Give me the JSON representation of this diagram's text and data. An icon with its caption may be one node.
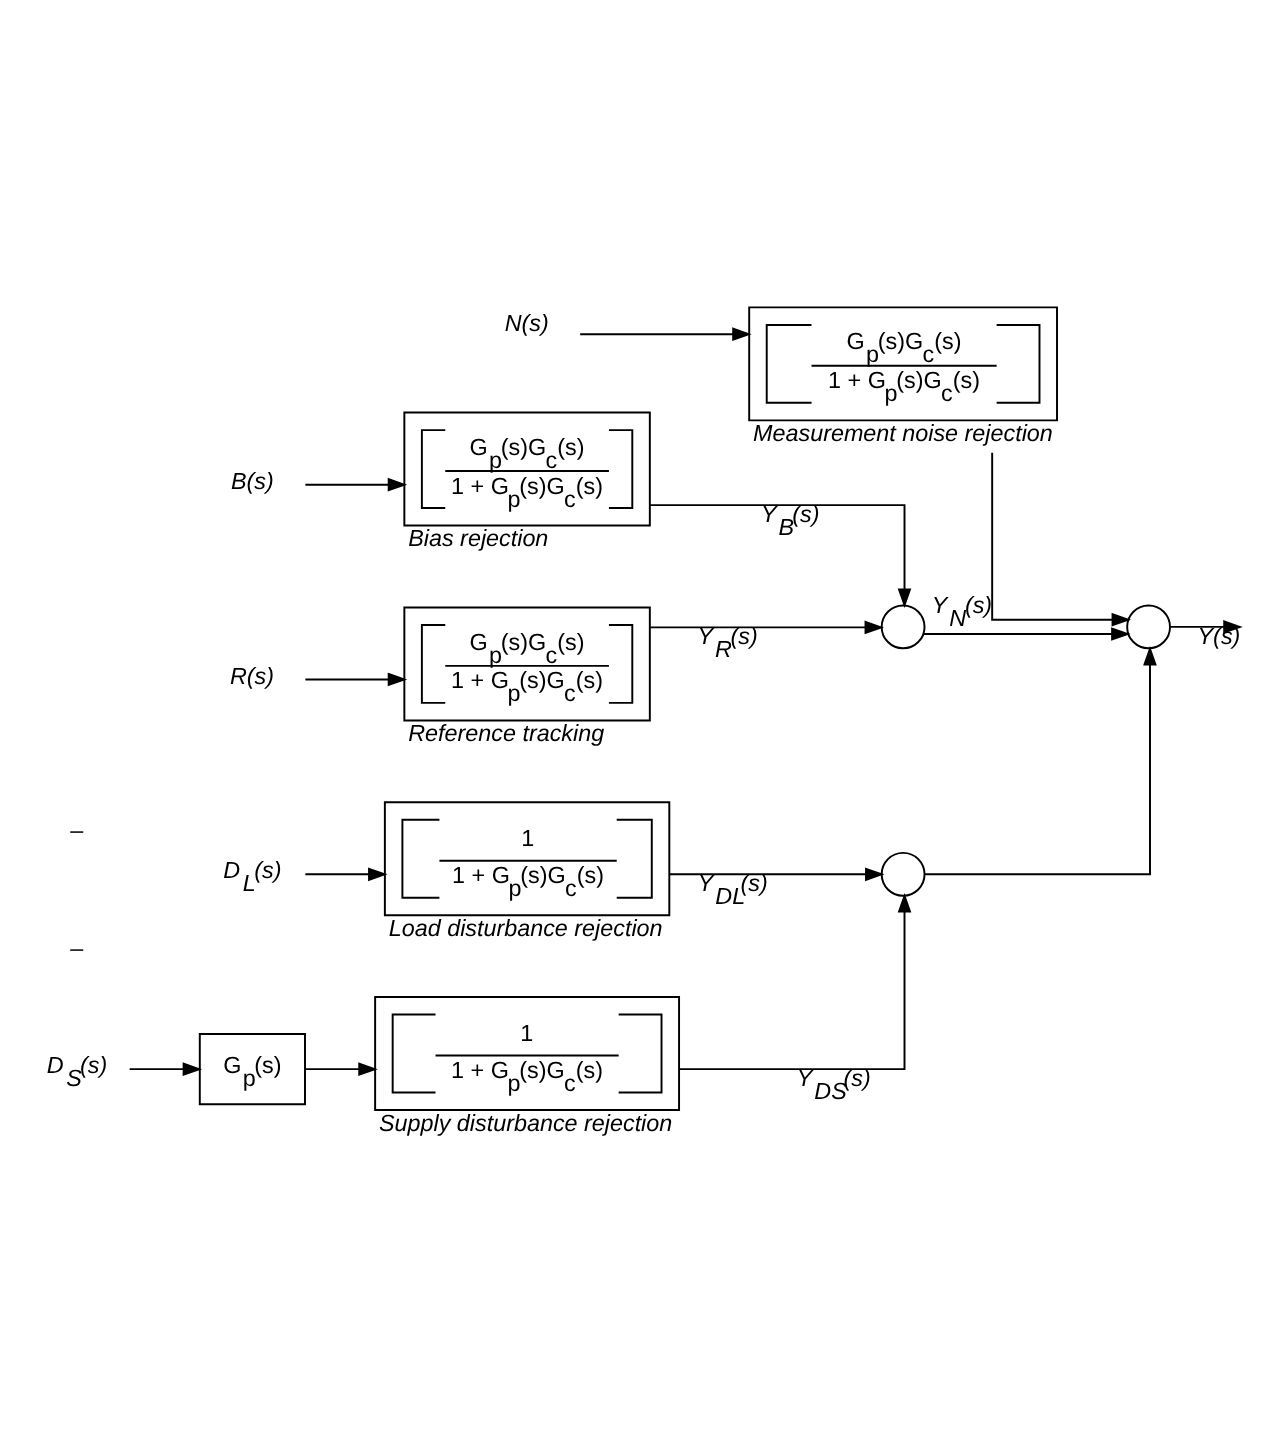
{
  "diagram": {
    "nodes": [
      {
        "text": [
          "R(s)"
        ]
      },
      {
        "text": [
          "G$_{p}$(s)G$_{c}$(s)",
          "1 + G$_{p}$(s)G$_{c}$(s)"
        ],
        "beside": [
          "Reference tracking"
        ]
      },
      {
        "text": [
          "B(s)"
        ]
      },
      {
        "text": [
          "G$_{p}$(s)G$_{c}$(s)",
          "1 + G$_{p}$(s)G$_{c}$(s)"
        ],
        "beside": [
          "Bias rejection"
        ]
      },
      {
        "text": [],
        "shape": "circle"
      },
      {
        "text": [
          "N(s)"
        ]
      },
      {
        "text": [
          "G$_{p}$(s)G$_{c}$(s)",
          "1 + G$_{p}$(s)G$_{c}$(s)"
        ],
        "beside": [
          "Measurement noise rejection"
        ]
      },
      {
        "text": [],
        "shape": "circle"
      },
      {
        "text": [
          "D$_{L}$(s)"
        ]
      },
      {
        "text": [
          "1",
          "1 + G$_{p}$(s)G$_{c}$(s)"
        ],
        "beside": [
          "Load disturbance rejection"
        ]
      },
      {
        "text": [],
        "shape": "circle"
      },
      {
        "text": [
          "D$_{S}$(s)"
        ]
      },
      {
        "text": [
          "G$_{p}$(s)"
        ]
      },
      {
        "text": [
          "1",
          "1 + G$_{p}$(s)G$_{c}$(s)"
        ],
        "beside": [
          "Supply disturbance rejection"
        ]
      }
    ],
    "edges": [
      {
        "from": 0,
        "to": 1,
        "arrow": "to"
      },
      {
        "from": 1,
        "to": 4,
        "arrow": "to",
        "label": "Y$_{R}$(s)"
      },
      {
        "from": 2,
        "to": 3,
        "arrow": "to"
      },
      {
        "from": 3,
        "to": 4,
        "arrow": "to",
        "label": "Y$_{B}$(s)"
      },
      {
        "from": 4,
        "to": 7,
        "arrow": "to"
      },
      {
        "from": 5,
        "to": 6,
        "arrow": "to"
      },
      {
        "from": 6,
        "to": 7,
        "arrow": "to",
        "label": "Y$_{N}$(s)"
      },
      {
        "from": 7,
        "to": null,
        "arrow": "to",
        "label": "Y(s)"
      },
      {
        "from": 8,
        "to": 9,
        "arrow": "to"
      },
      {
        "from": 9,
        "to": 10,
        "arrow": "to",
        "label": "Y$_{DL}$(s)"
      },
      {
        "from": 10,
        "to": 7,
        "arrow": "to"
      },
      {
        "from": 11,
        "to": 12,
        "arrow": "to"
      },
      {
        "from": 12,
        "to": 13,
        "arrow": "to"
      },
      {
        "from": 13,
        "to": 10,
        "arrow": "to",
        "label": "Y$_{DS}$(s)"
      }
    ],
    "labels": [
      "–",
      "–"
    ]
  }
}
